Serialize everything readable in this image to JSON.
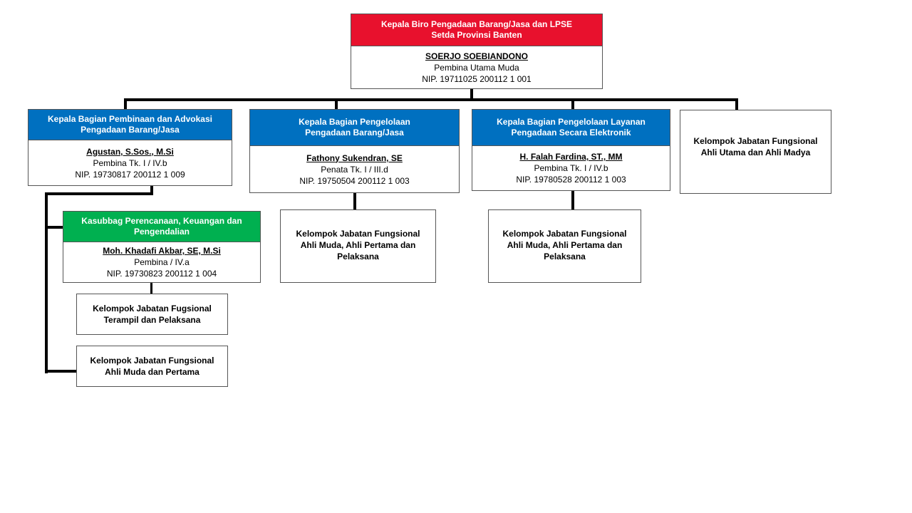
{
  "colors": {
    "head_red": "#e8112d",
    "dept_blue": "#0070c0",
    "sub_green": "#00b050"
  },
  "head": {
    "title": [
      "Kepala Biro Pengadaan Barang/Jasa dan LPSE",
      "Setda Provinsi  Banten"
    ],
    "name": "SOERJO SOEBIANDONO",
    "rank": "Pembina Utama Muda",
    "nip": "NIP. 19711025 200112 1 001"
  },
  "dept1": {
    "title": [
      "Kepala Bagian Pembinaan dan Advokasi",
      "Pengadaan Barang/Jasa"
    ],
    "name": "Agustan, S.Sos., M.Si",
    "rank": "Pembina Tk. I / IV.b",
    "nip": "NIP. 19730817 200112 1 009"
  },
  "dept2": {
    "title": [
      "Kepala Bagian Pengelolaan",
      "Pengadaan Barang/Jasa"
    ],
    "name": "Fathony Sukendran,  SE",
    "rank": "Penata Tk. I / III.d",
    "nip": "NIP. 19750504 200112 1 003"
  },
  "dept3": {
    "title": [
      "Kepala Bagian Pengelolaan Layanan",
      "Pengadaan Secara Elektronik"
    ],
    "name": "H. Falah Fardina, ST., MM",
    "rank": "Pembina Tk. I / IV.b",
    "nip": "NIP. 19780528 200112 1 003"
  },
  "fungsional_utama": [
    "Kelompok  Jabatan Fungsional",
    "Ahli Utama dan Ahli Madya"
  ],
  "kasubbag": {
    "title": [
      "Kasubbag Perencanaan, Keuangan dan",
      "Pengendalian"
    ],
    "name": "Moh.  Khadafi Akbar, SE, M.Si",
    "rank": "Pembina  / IV.a",
    "nip": "NIP. 19730823 200112 1 004"
  },
  "fungsional_terampil": [
    "Kelompok  Jabatan Fugsional",
    "Terampil dan Pelaksana"
  ],
  "fungsional_muda_pertama": [
    "Kelompok  Jabatan Fungsional",
    "Ahli Muda dan Pertama"
  ],
  "fungsional_dept2": [
    "Kelompok  Jabatan Fungsional",
    "Ahli Muda, Ahli Pertama dan",
    "Pelaksana"
  ],
  "fungsional_dept3": [
    "Kelompok  Jabatan Fungsional",
    "Ahli Muda, Ahli Pertama dan",
    "Pelaksana"
  ]
}
